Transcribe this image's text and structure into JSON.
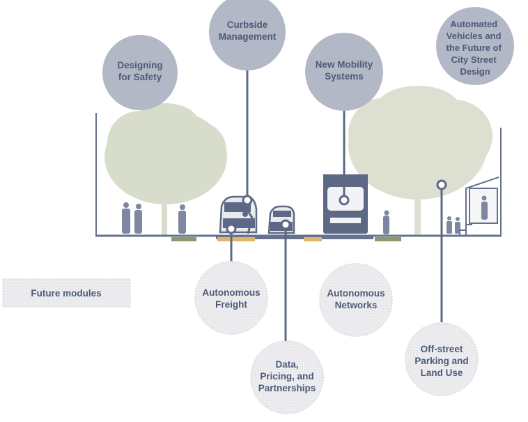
{
  "current_modules": [
    {
      "id": "designing-for-safety",
      "lines": [
        "Designing",
        "for Safety"
      ]
    },
    {
      "id": "curbside-management",
      "lines": [
        "Curbside",
        "Management"
      ]
    },
    {
      "id": "new-mobility-systems",
      "lines": [
        "New Mobility",
        "Systems"
      ]
    },
    {
      "id": "automated-vehicles",
      "lines": [
        "Automated",
        "Vehicles and",
        "the Future of",
        "City Street",
        "Design"
      ]
    }
  ],
  "future_modules": {
    "label": "Future modules",
    "items": [
      {
        "id": "autonomous-freight",
        "lines": [
          "Autonomous",
          "Freight"
        ]
      },
      {
        "id": "data-pricing-partnerships",
        "lines": [
          "Data,",
          "Pricing, and",
          "Partnerships"
        ]
      },
      {
        "id": "autonomous-networks",
        "lines": [
          "Autonomous",
          "Networks"
        ]
      },
      {
        "id": "off-street-parking",
        "lines": [
          "Off-street",
          "Parking and",
          "Land Use"
        ]
      }
    ]
  },
  "colors": {
    "module_circle": "#b3b8c6",
    "future_circle": "#ebebee",
    "text": "#4d5a78",
    "street_line": "#67718d",
    "tree": "#d8dccb",
    "green_strip": "#8a9a6a",
    "yellow_strip": "#e0b56a",
    "vehicle_fill": "#5d6884"
  }
}
